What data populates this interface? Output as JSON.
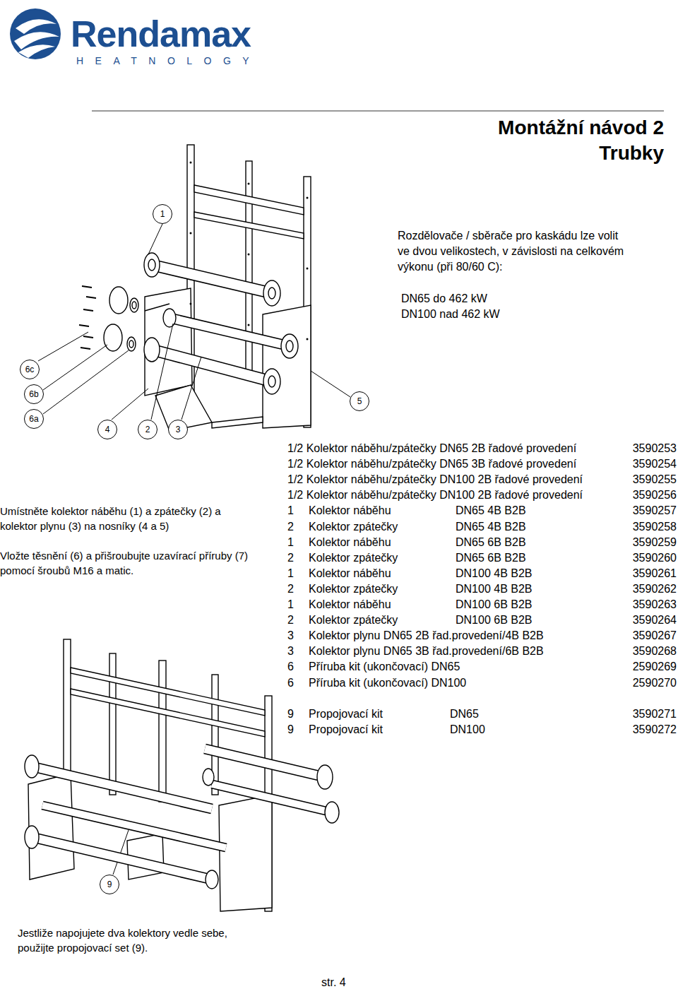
{
  "diagram": {
    "title": "Montážní návod 2 Trubky",
    "nodes": [
      {
        "text": [
          "1"
        ]
      },
      {
        "text": [
          "6c"
        ]
      },
      {
        "text": [
          "6b"
        ]
      },
      {
        "text": [
          "5"
        ]
      },
      {
        "text": [
          "6a"
        ]
      },
      {
        "text": [
          "4"
        ]
      },
      {
        "text": [
          "2"
        ]
      },
      {
        "text": [
          "3"
        ]
      },
      {
        "text": [
          "9"
        ]
      }
    ],
    "labels": [
      "Rendamax",
      "HEATNOLOGY",
      "Rozdělovače / sběrače pro kaskádu lze volit ve dvou velikostech, v závislosti na celkovém výkonu (při 80/60 C):",
      "DN65 do 462 kW",
      "DN100 nad 462 kW",
      "Umístněte kolektor náběhu (1) a zpátečky (2) a kolektor plynu (3) na nosníky (4 a 5)",
      "Vložte těsnění (6) a přišroubujte uzavírací příruby (7) pomocí šroubů M16 a matic.",
      "1/2 Kolektor náběhu/zpátečky DN65 2B řadové provedení",
      "3590253",
      "1/2 Kolektor náběhu/zpátečky DN65 3B řadové provedení",
      "3590254",
      "1/2 Kolektor náběhu/zpátečky DN100 2B řadové provedení",
      "3590255",
      "1/2 Kolektor náběhu/zpátečky DN100 2B řadové provedení",
      "3590256",
      "1",
      "Kolektor náběhu",
      "DN65 4B B2B",
      "3590257",
      "2",
      "Kolektor zpátečky",
      "DN65 4B B2B",
      "3590258",
      "1",
      "Kolektor náběhu",
      "DN65 6B B2B",
      "3590259",
      "2",
      "Kolektor zpátečky",
      "DN65 6B B2B",
      "3590260",
      "1",
      "Kolektor náběhu",
      "DN100 4B B2B",
      "3590261",
      "2",
      "Kolektor zpátečky",
      "DN100 4B B2B",
      "3590262",
      "1",
      "Kolektor náběhu",
      "DN100 6B B2B",
      "3590263",
      "2",
      "Kolektor zpátečky",
      "DN100 6B B2B",
      "3590264",
      "3",
      "Kolektor plynu DN65 2B řad.provedení/4B B2B",
      "3590267",
      "3",
      "Kolektor plynu DN65 3B řad.provedení/6B B2B",
      "3590268",
      "6",
      "Příruba kit (ukončovací) DN65",
      "2590269",
      "6",
      "Příruba kit (ukončovací) DN100",
      "2590270",
      "9",
      "Propojovací kit",
      "DN65",
      "3590271",
      "9",
      "Propojovací kit",
      "DN100",
      "3590272",
      "Jestliže napojujete dva kolektory vedle sebe, použijte propojovací set (9).",
      "str. 4"
    ]
  }
}
